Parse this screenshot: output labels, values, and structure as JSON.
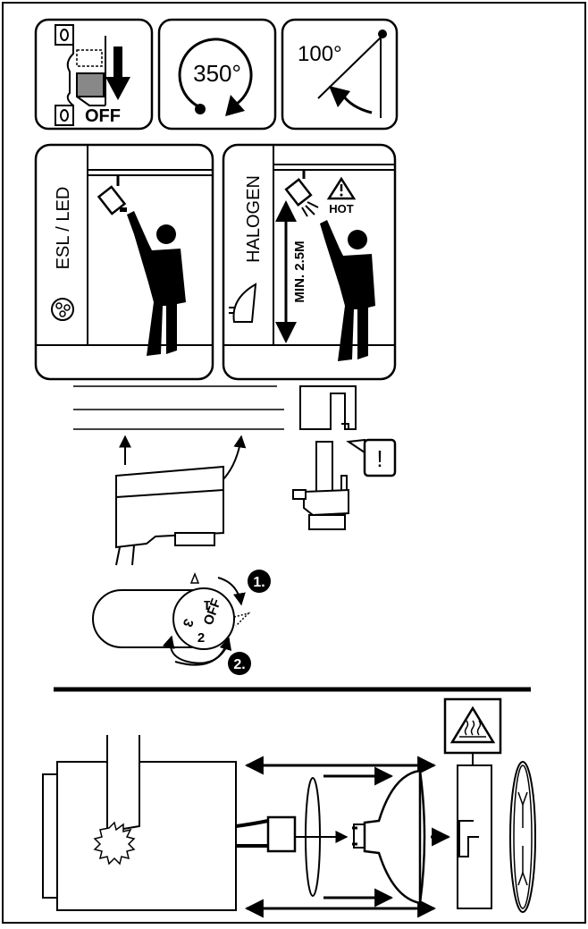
{
  "switch_panel": {
    "off_label": "OFF"
  },
  "rotation_panel": {
    "angle_label": "350°"
  },
  "tilt_panel": {
    "angle_label": "100°"
  },
  "esl_panel": {
    "title": "ESL / LED"
  },
  "halogen_panel": {
    "title": "HALOGEN",
    "hot_label": "HOT",
    "min_height_label": "MIN. 2.5M"
  },
  "mounting": {
    "warning_label": "!"
  },
  "dial": {
    "step_one": "1.",
    "step_two": "2.",
    "pos_off": "OFF",
    "pos_1": "1",
    "pos_2": "2",
    "pos_3": "3"
  },
  "colors": {
    "ink": "#000000",
    "paper": "#ffffff"
  }
}
